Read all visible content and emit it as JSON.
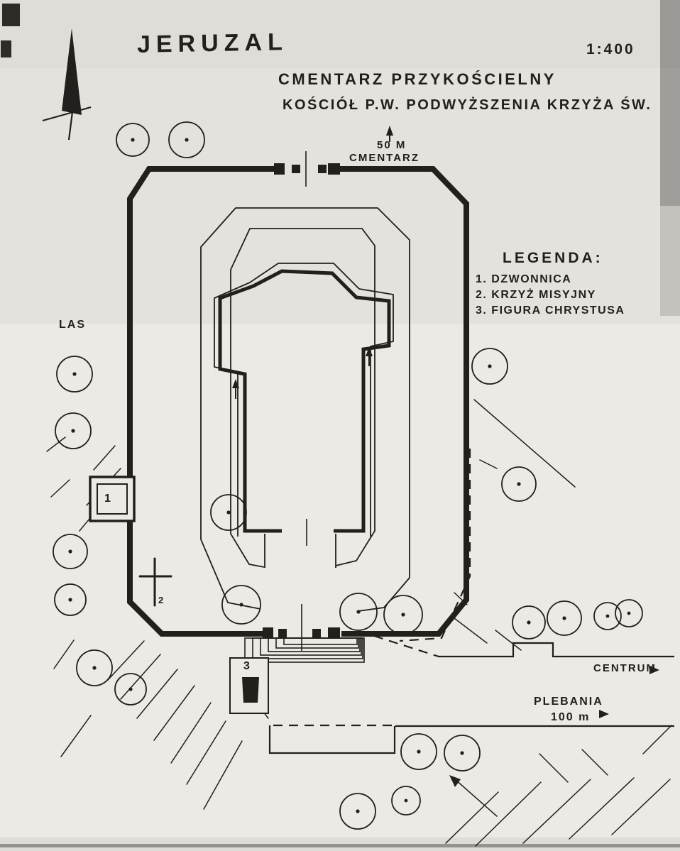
{
  "document": {
    "title": "JERUZAL",
    "scale": "1:400",
    "subtitle_line1": "CMENTARZ PRZYKOŚCIELNY",
    "subtitle_line2": "KOŚCIÓŁ P.W. PODWYŻSZENIA KRZYŻA ŚW."
  },
  "north_path": {
    "distance": "50 M",
    "destination": "CMENTARZ"
  },
  "legend": {
    "heading": "LEGENDA:",
    "items": [
      "1. DZWONNICA",
      "2. KRZYŻ MISYJNY",
      "3. FIGURA CHRYSTUSA"
    ]
  },
  "site_labels": {
    "forest": "LAS",
    "centrum": "CENTRUM",
    "plebania": "PLEBANIA",
    "plebania_distance": "100 m"
  },
  "markers": {
    "dzwonnica": "1",
    "krzyz_misyjny": "2",
    "figura_chrystusa": "3"
  },
  "colors": {
    "ink": "#221f1c",
    "paper": "#eceae5"
  }
}
